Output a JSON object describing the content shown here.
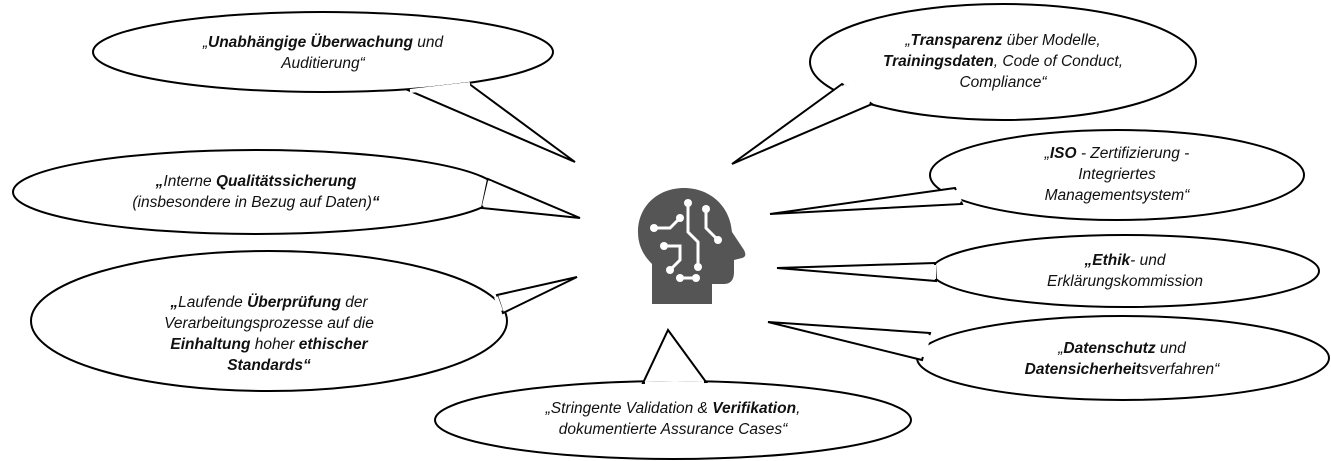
{
  "diagram": {
    "center_icon": "ai-head-circuit-icon",
    "icon_color": "#555555",
    "bubbles": [
      {
        "id": "ueberwachung",
        "lines": [
          [
            {
              "t": "„",
              "b": false
            },
            {
              "t": "Unabhängige Überwachung",
              "b": true
            },
            {
              "t": " und",
              "b": false
            }
          ],
          [
            {
              "t": "Auditierung“",
              "b": false
            }
          ]
        ]
      },
      {
        "id": "transparenz",
        "lines": [
          [
            {
              "t": "„",
              "b": false
            },
            {
              "t": "Transparenz",
              "b": true
            },
            {
              "t": " über Modelle,",
              "b": false
            }
          ],
          [
            {
              "t": "Trainingsdaten",
              "b": true
            },
            {
              "t": ", Code of Conduct,",
              "b": false
            }
          ],
          [
            {
              "t": "Compliance“",
              "b": false
            }
          ]
        ]
      },
      {
        "id": "qualitaet",
        "lines": [
          [
            {
              "t": "„",
              "b": true
            },
            {
              "t": "Interne ",
              "b": false
            },
            {
              "t": "Qualitätssicherung",
              "b": true
            }
          ],
          [
            {
              "t": "(insbesondere in Bezug auf Daten)",
              "b": false
            },
            {
              "t": "“",
              "b": true
            }
          ]
        ]
      },
      {
        "id": "iso",
        "lines": [
          [
            {
              "t": "„",
              "b": false
            },
            {
              "t": "ISO",
              "b": true
            },
            {
              "t": " - Zertifizierung -",
              "b": false
            }
          ],
          [
            {
              "t": "Integriertes",
              "b": false
            }
          ],
          [
            {
              "t": "Managementsystem“",
              "b": false
            }
          ]
        ]
      },
      {
        "id": "ethik",
        "lines": [
          [
            {
              "t": "„Ethik",
              "b": true
            },
            {
              "t": "- und",
              "b": false
            }
          ],
          [
            {
              "t": "Erklärungskommission",
              "b": false
            }
          ]
        ]
      },
      {
        "id": "ueberpruefung",
        "lines": [
          [
            {
              "t": "„",
              "b": true
            },
            {
              "t": "Laufende ",
              "b": false
            },
            {
              "t": "Überprüfung",
              "b": true
            },
            {
              "t": " der",
              "b": false
            }
          ],
          [
            {
              "t": "Verarbeitungsprozesse auf die",
              "b": false
            }
          ],
          [
            {
              "t": "Einhaltung",
              "b": true
            },
            {
              "t": " hoher ",
              "b": false
            },
            {
              "t": "ethischer",
              "b": true
            }
          ],
          [
            {
              "t": "Standards“",
              "b": true
            }
          ]
        ]
      },
      {
        "id": "datenschutz",
        "lines": [
          [
            {
              "t": "„",
              "b": false
            },
            {
              "t": "Datenschutz",
              "b": true
            },
            {
              "t": " und",
              "b": false
            }
          ],
          [
            {
              "t": "Datensicherheit",
              "b": true
            },
            {
              "t": "sverfahren“",
              "b": false
            }
          ]
        ]
      },
      {
        "id": "validation",
        "lines": [
          [
            {
              "t": "„Stringente Validation & ",
              "b": false
            },
            {
              "t": "Verifikation",
              "b": true
            },
            {
              "t": ",",
              "b": false
            }
          ],
          [
            {
              "t": "dokumentierte Assurance Cases“",
              "b": false
            }
          ]
        ]
      }
    ]
  }
}
